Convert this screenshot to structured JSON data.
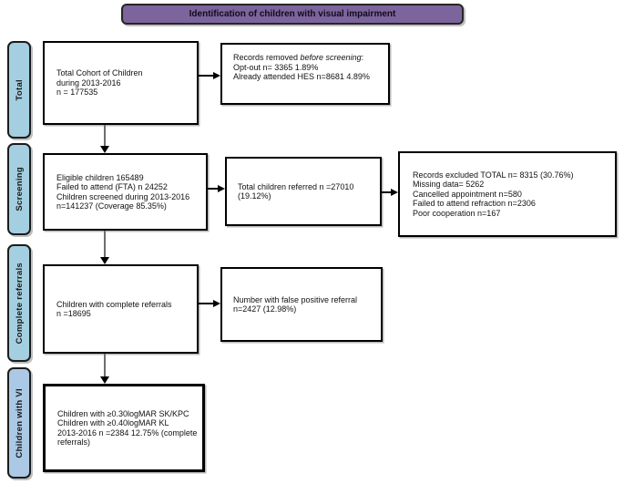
{
  "title": "Identification of children with visual impairment",
  "side_labels": {
    "total": "Total",
    "screening": "Screening",
    "complete_referrals": "Complete referrals",
    "children_with_vi": "Children with VI"
  },
  "boxes": {
    "cohort": {
      "lines": [
        "Total Cohort of Children",
        "during 2013-2016",
        "n = 177535"
      ]
    },
    "records_removed": {
      "line1_prefix": "Records removed ",
      "line1_italic": "before screening",
      "line1_suffix": ":",
      "lines": [
        "Opt-out n= 3365 1.89%",
        "Already attended HES n=8681 4.89%"
      ]
    },
    "screening": {
      "lines": [
        "Eligible children 165489",
        "Failed to attend (FTA) n 24252",
        "Children screened during 2013-2016",
        "n=141237 (Coverage 85.35%)"
      ]
    },
    "referred": {
      "lines": [
        "Total children referred n =27010",
        "(19.12%)"
      ]
    },
    "records_excluded": {
      "lines": [
        "Records excluded TOTAL n= 8315 (30.76%)",
        "Missing data= 5262",
        "Cancelled appointment n=580",
        "Failed to attend refraction n=2306",
        "Poor cooperation n=167"
      ]
    },
    "complete_referrals": {
      "lines": [
        "Children with complete referrals",
        "n =18695"
      ]
    },
    "false_positive": {
      "lines": [
        "Number with false positive referral",
        "n=2427 (12.98%)"
      ]
    },
    "children_vi": {
      "lines": [
        "Children with ≥0.30logMAR SK/KPC",
        "Children with ≥0.40logMAR KL",
        "2013-2016 n =2384 12.75% (complete",
        "referrals)"
      ]
    }
  },
  "colors": {
    "header_fill": "#7c649c",
    "side_label_fill": "#a4cfe0",
    "side_label_vi_fill": "#abc9e5",
    "box_border": "#000000",
    "box_fill": "#ffffff"
  }
}
